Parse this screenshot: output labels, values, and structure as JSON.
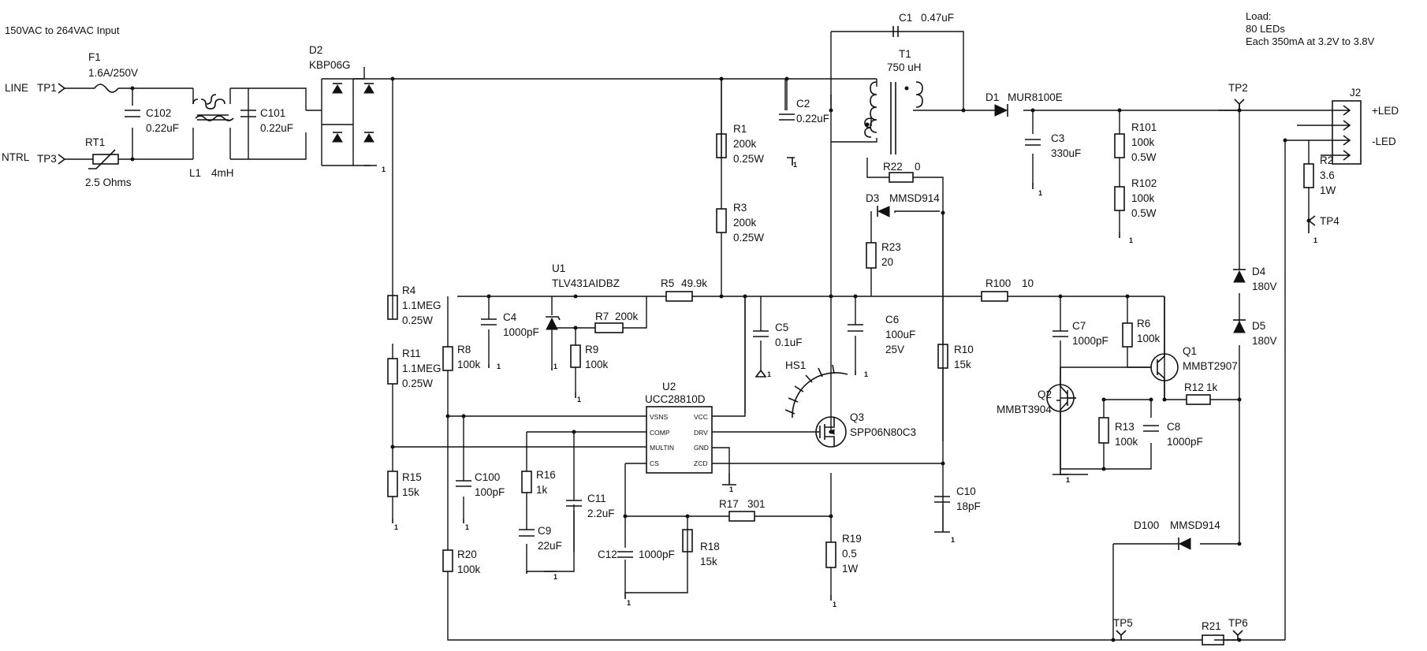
{
  "header": {
    "input_note": "150VAC to 264VAC Input",
    "load_title": "Load:",
    "load_count": "80 LEDs",
    "load_spec": "Each 350mA at 3.2V to 3.8V"
  },
  "terminals": {
    "line": "LINE",
    "ntrl": "NTRL",
    "tp1": "TP1",
    "tp3": "TP3",
    "tp2": "TP2",
    "tp4": "TP4",
    "tp5": "TP5",
    "tp6": "TP6",
    "led_pos": "+LED",
    "led_neg": "-LED",
    "j2": "J2"
  },
  "components": {
    "F1": {
      "ref": "F1",
      "value": "1.6A/250V"
    },
    "RT1": {
      "ref": "RT1",
      "value": "2.5 Ohms"
    },
    "C102": {
      "ref": "C102",
      "value": "0.22uF"
    },
    "L1": {
      "ref": "L1",
      "value": "4mH"
    },
    "C101": {
      "ref": "C101",
      "value": "0.22uF"
    },
    "D2": {
      "ref": "D2",
      "value": "KBP06G"
    },
    "C1": {
      "ref": "C1",
      "value": "0.47uF"
    },
    "T1": {
      "ref": "T1",
      "value": "750 uH"
    },
    "C2": {
      "ref": "C2",
      "value": "0.22uF"
    },
    "R1": {
      "ref": "R1",
      "value": "200k",
      "rating": "0.25W"
    },
    "R3": {
      "ref": "R3",
      "value": "200k",
      "rating": "0.25W"
    },
    "D1": {
      "ref": "D1",
      "value": "MUR8100E"
    },
    "C3": {
      "ref": "C3",
      "value": "330uF"
    },
    "R101": {
      "ref": "R101",
      "value": "100k",
      "rating": "0.5W"
    },
    "R102": {
      "ref": "R102",
      "value": "100k",
      "rating": "0.5W"
    },
    "R2": {
      "ref": "R2",
      "value": "3.6",
      "rating": "1W"
    },
    "R22": {
      "ref": "R22",
      "value": "0"
    },
    "D3": {
      "ref": "D3",
      "value": "MMSD914"
    },
    "R23": {
      "ref": "R23",
      "value": "20"
    },
    "U1": {
      "ref": "U1",
      "value": "TLV431AIDBZ"
    },
    "R5": {
      "ref": "R5",
      "value": "49.9k"
    },
    "R100": {
      "ref": "R100",
      "value": "10"
    },
    "R4": {
      "ref": "R4",
      "value": "1.1MEG",
      "rating": "0.25W"
    },
    "R11": {
      "ref": "R11",
      "value": "1.1MEG",
      "rating": "0.25W"
    },
    "C4": {
      "ref": "C4",
      "value": "1000pF"
    },
    "R7": {
      "ref": "R7",
      "value": "200k"
    },
    "R9": {
      "ref": "R9",
      "value": "100k"
    },
    "C5": {
      "ref": "C5",
      "value": "0.1uF"
    },
    "C6": {
      "ref": "C6",
      "value": "100uF",
      "rating": "25V"
    },
    "R8": {
      "ref": "R8",
      "value": "100k"
    },
    "HS1": {
      "ref": "HS1"
    },
    "C7": {
      "ref": "C7",
      "value": "1000pF"
    },
    "R6": {
      "ref": "R6",
      "value": "100k"
    },
    "Q1": {
      "ref": "Q1",
      "value": "MMBT2907"
    },
    "D4": {
      "ref": "D4",
      "value": "180V"
    },
    "D5": {
      "ref": "D5",
      "value": "180V"
    },
    "R10": {
      "ref": "R10",
      "value": "15k"
    },
    "U2": {
      "ref": "U2",
      "value": "UCC28810D"
    },
    "Q3": {
      "ref": "Q3",
      "value": "SPP06N80C3"
    },
    "Q2": {
      "ref": "Q2",
      "value": "MMBT3904"
    },
    "R12": {
      "ref": "R12",
      "value": "1k"
    },
    "R13": {
      "ref": "R13",
      "value": "100k"
    },
    "C8": {
      "ref": "C8",
      "value": "1000pF"
    },
    "R15": {
      "ref": "R15",
      "value": "15k"
    },
    "C100": {
      "ref": "C100",
      "value": "100pF"
    },
    "R16": {
      "ref": "R16",
      "value": "1k"
    },
    "C11": {
      "ref": "C11",
      "value": "2.2uF"
    },
    "C9": {
      "ref": "C9",
      "value": "22uF"
    },
    "R17": {
      "ref": "R17",
      "value": "301"
    },
    "C10": {
      "ref": "C10",
      "value": "18pF"
    },
    "C12": {
      "ref": "C12",
      "value": "1000pF"
    },
    "R18": {
      "ref": "R18",
      "value": "15k"
    },
    "R19": {
      "ref": "R19",
      "value": "0.5",
      "rating": "1W"
    },
    "R20": {
      "ref": "R20",
      "value": "100k"
    },
    "D100": {
      "ref": "D100",
      "value": "MMSD914"
    },
    "R21": {
      "ref": "R21"
    }
  },
  "u2_pins": {
    "p1": "VSNS",
    "p2": "COMP",
    "p3": "MULTIN",
    "p4": "CS",
    "p5": "ZCD",
    "p6": "GND",
    "p7": "DRV",
    "p8": "VCC"
  },
  "ground_label": "1"
}
